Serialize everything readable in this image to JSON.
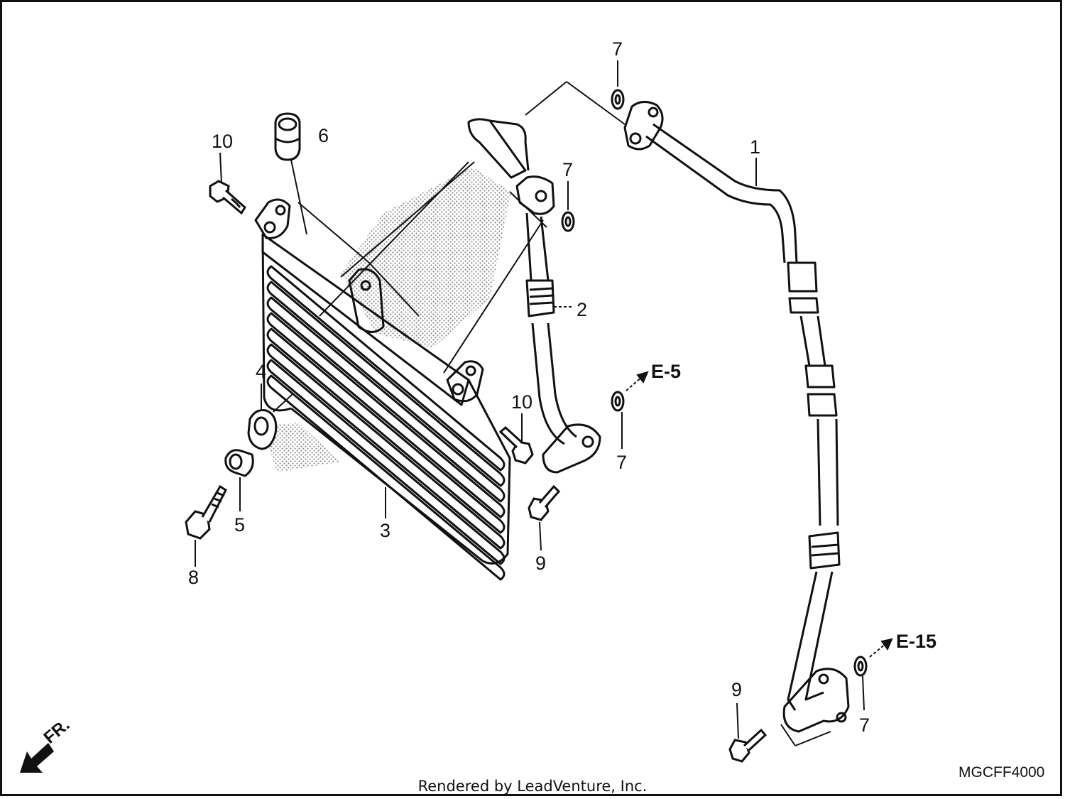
{
  "diagram": {
    "part_callouts": {
      "c1": "1",
      "c2": "2",
      "c3": "3",
      "c4": "4",
      "c5": "5",
      "c6": "6",
      "c7a": "7",
      "c7b": "7",
      "c7c": "7",
      "c7d": "7",
      "c8": "8",
      "c9a": "9",
      "c9b": "9",
      "c10a": "10",
      "c10b": "10"
    },
    "references": {
      "e5": "E-5",
      "e15": "E-15"
    },
    "direction_label": "FR.",
    "diagram_code": "MGCFF4000",
    "credit": "Rendered by LeadVenture, Inc."
  },
  "colors": {
    "ink": "#111111",
    "background": "#ffffff",
    "stipple": "#9a9a9a"
  }
}
